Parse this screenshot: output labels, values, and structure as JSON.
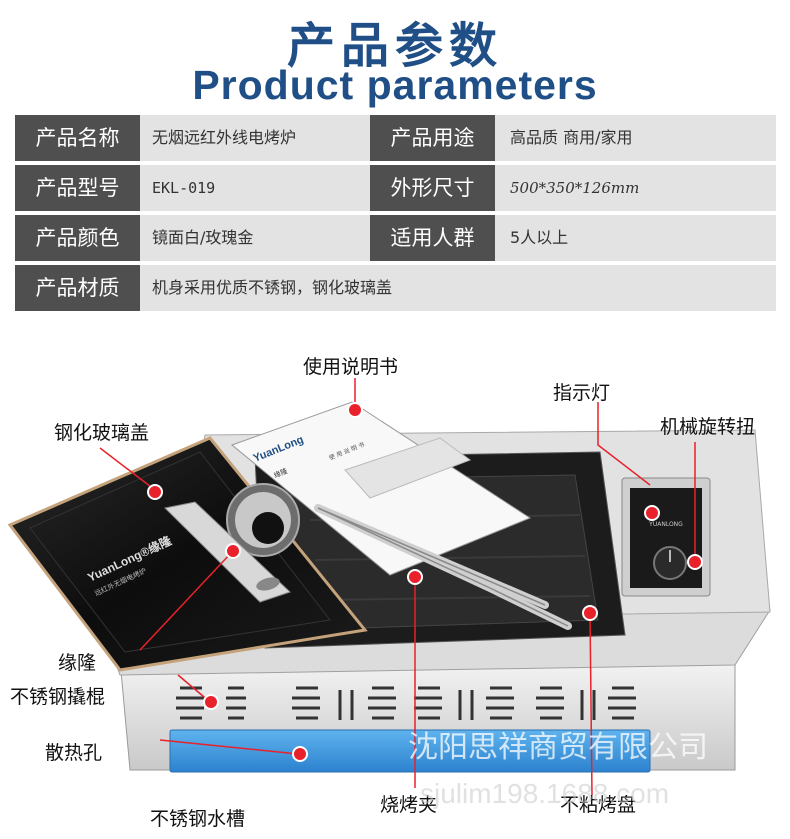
{
  "header": {
    "title_cn": "产品参数",
    "title_en": "Product parameters"
  },
  "specs": [
    {
      "label": "产品名称",
      "value": "无烟远红外线电烤炉",
      "label2": "产品用途",
      "value2": "高品质 商用/家用"
    },
    {
      "label": "产品型号",
      "value": "EKL-019",
      "label2": "外形尺寸",
      "value2": "500*350*126mm"
    },
    {
      "label": "产品颜色",
      "value": "镜面白/玫瑰金",
      "label2": "适用人群",
      "value2": "5人以上"
    },
    {
      "label": "产品材质",
      "value": "机身采用优质不锈钢，钢化玻璃盖"
    }
  ],
  "callouts": {
    "manual": "使用说明书",
    "indicator": "指示灯",
    "glass_lid": "钢化玻璃盖",
    "knob": "机械旋转扭",
    "brand": "缘隆",
    "pry_bar": "不锈钢撬棍",
    "vent": "散热孔",
    "water_tank": "不锈钢水槽",
    "tongs": "烧烤夹",
    "pan": "不粘烤盘"
  },
  "product_text": {
    "brand_lid": "YuanLong®缘隆",
    "brand_lid_sub": "远红外无烟电烤炉",
    "manual_brand": "YuanLong",
    "manual_brand_cn": "缘隆",
    "manual_title": "使 用 说 明 书",
    "panel_label": "YUANLONG"
  },
  "watermarks": {
    "company": "沈阳思祥商贸有限公司",
    "url": "sjulim198.1688.com"
  },
  "colors": {
    "title": "#1f4f86",
    "label_bg": "#4f4f4f",
    "row_bg": "#e3e3e3",
    "marker": "#e8212b",
    "water_tank": "#3d97df"
  }
}
